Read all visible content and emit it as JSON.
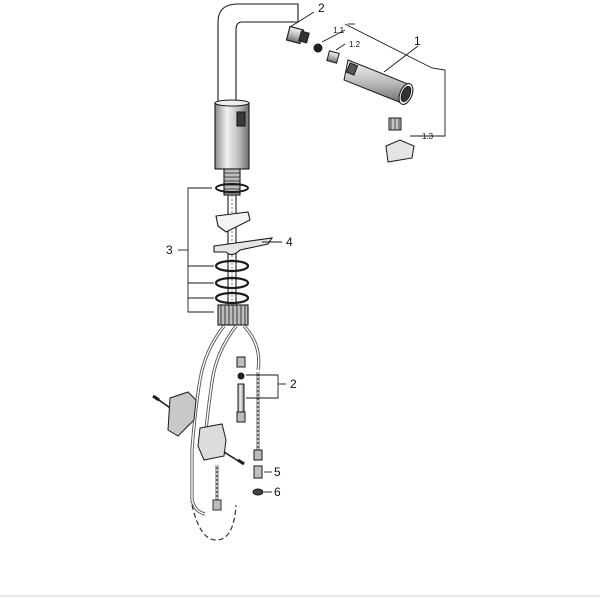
{
  "callouts": {
    "part_1": "1",
    "part_1_1": "1.1",
    "part_1_2": "1.2",
    "part_1_3": "1.3",
    "part_2_top": "2",
    "part_2_mid": "2",
    "part_3": "3",
    "part_4": "4",
    "part_5": "5",
    "part_6": "6"
  },
  "colors": {
    "line": "#1a1a1a",
    "metal_dark": "#555555",
    "metal_light": "#c8c8c8",
    "dashed": "#333333",
    "divider": "#cfcfcf"
  }
}
